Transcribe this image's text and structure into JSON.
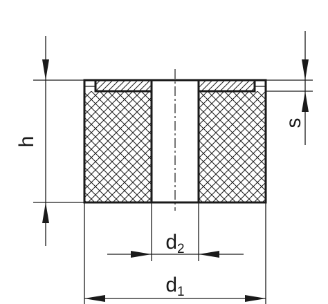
{
  "dimensions": {
    "height": {
      "symbol": "h"
    },
    "plate_thickness": {
      "symbol": "s"
    },
    "inner_diameter": {
      "symbol": "d",
      "subscript": "2"
    },
    "outer_diameter": {
      "symbol": "d",
      "subscript": "1"
    }
  },
  "colors": {
    "line": "#1a1a1a",
    "background": "#ffffff"
  }
}
